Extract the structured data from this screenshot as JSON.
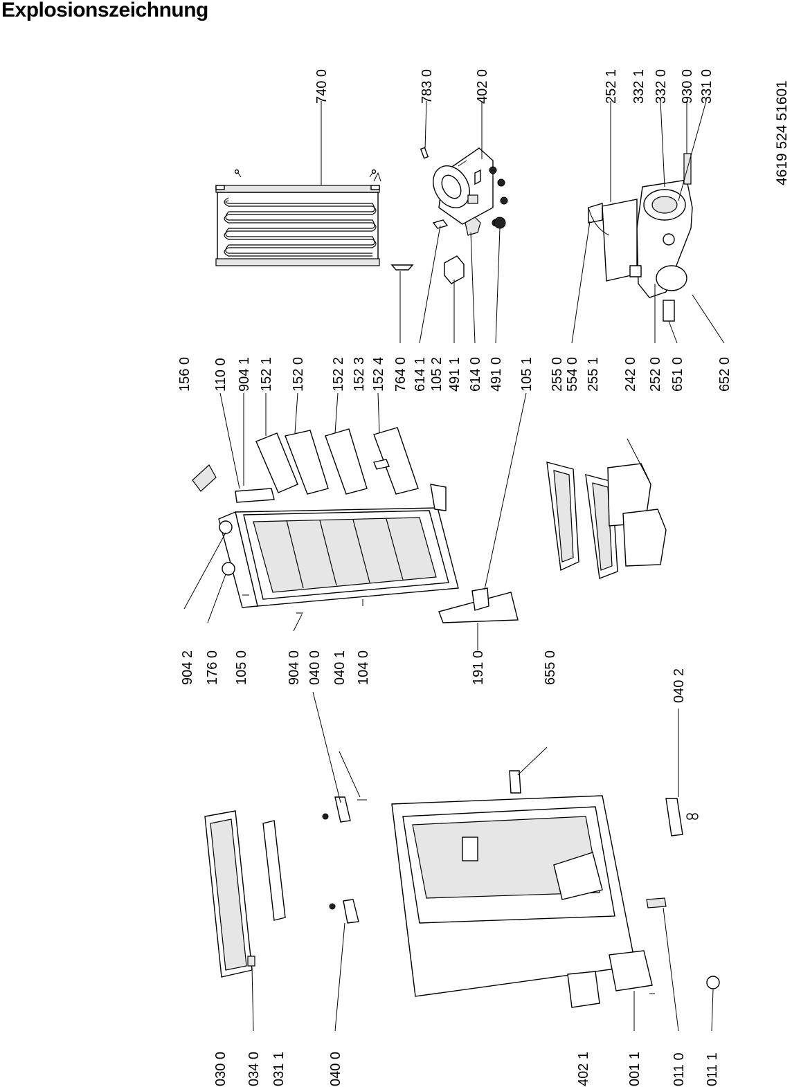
{
  "title": "Explosionszeichnung",
  "document_number": "4619 524 51601",
  "labels": {
    "l0": "740 0",
    "l1": "783 0",
    "l2": "402 0",
    "l3": "252 1",
    "l4": "332 1",
    "l5": "332 0",
    "l6": "930 0",
    "l7": "331 0",
    "l8": "156 0",
    "l9": "110 0",
    "l10": "904 1",
    "l11": "152 1",
    "l12": "152 0",
    "l13": "152 2",
    "l14": "152 3",
    "l15": "152 4",
    "l16": "764 0",
    "l17": "614 1",
    "l18": "105 2",
    "l19": "491 1",
    "l20": "614 0",
    "l21": "491 0",
    "l22": "105 1",
    "l23": "255 0",
    "l24": "554 0",
    "l25": "255 1",
    "l26": "242 0",
    "l27": "252 0",
    "l28": "651 0",
    "l29": "652 0",
    "l30": "904 2",
    "l31": "176 0",
    "l32": "105 0",
    "l33": "904 0",
    "l34": "040 0",
    "l35": "040 1",
    "l36": "104 0",
    "l37": "191 0",
    "l38": "655 0",
    "l39": "040 2",
    "l40": "030 0",
    "l41": "034 0",
    "l42": "031 1",
    "l43": "040 0",
    "l44": "402 1",
    "l45": "001 1",
    "l46": "011 0",
    "l47": "011 1"
  }
}
